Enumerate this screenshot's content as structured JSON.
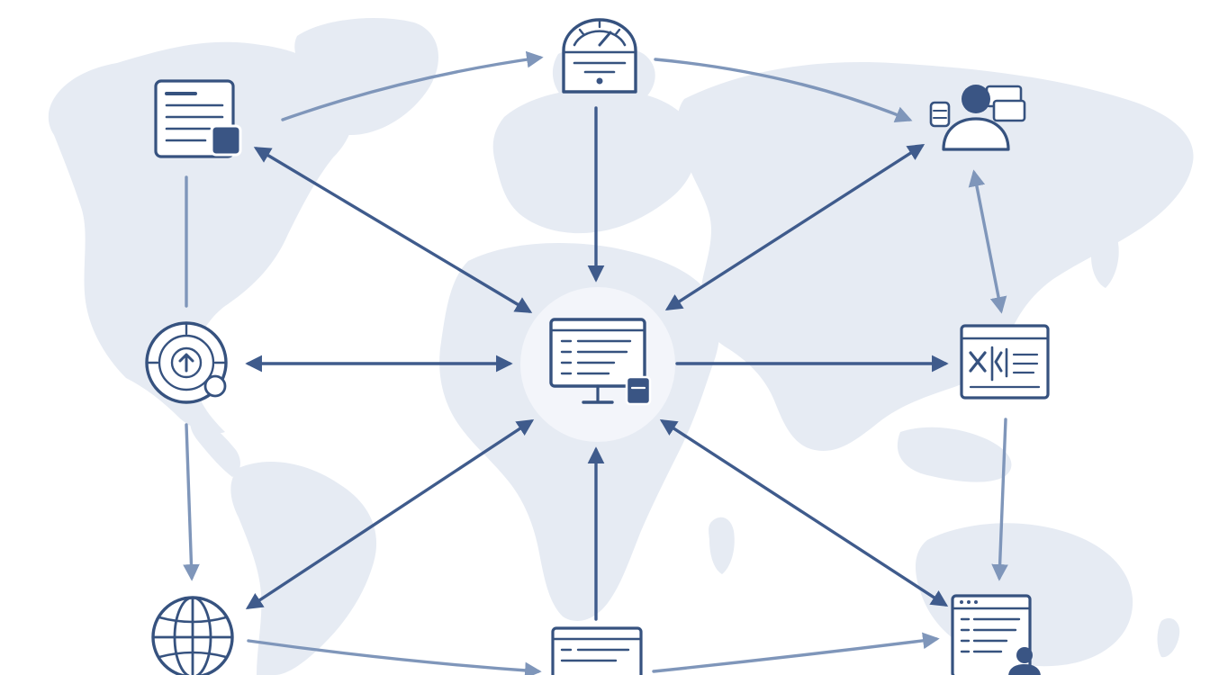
{
  "colors": {
    "background": "#ffffff",
    "map_land": "#e6ebf3",
    "map_land_light": "#edf1f7",
    "line_primary": "#3f5b8c",
    "line_secondary": "#7f96ba",
    "icon_stroke": "#36527f",
    "icon_fill": "#3a5584",
    "hub_circle": "#f3f5fa"
  },
  "background": {
    "type": "world-map",
    "style": "faded"
  },
  "hub": {
    "icon": "computer-monitor-icon"
  },
  "nodes": [
    {
      "id": "top-left",
      "icon": "document-icon"
    },
    {
      "id": "top-center",
      "icon": "gauge-icon"
    },
    {
      "id": "top-right",
      "icon": "user-profile-icon"
    },
    {
      "id": "middle-left",
      "icon": "circular-upload-icon"
    },
    {
      "id": "middle-right",
      "icon": "dashboard-screen-icon"
    },
    {
      "id": "bottom-left",
      "icon": "globe-icon"
    },
    {
      "id": "bottom-center",
      "icon": "browser-window-icon"
    },
    {
      "id": "bottom-right",
      "icon": "browser-user-icon"
    }
  ],
  "connections": [
    {
      "from": "top-left",
      "to": "hub",
      "direction": "both"
    },
    {
      "from": "top-center",
      "to": "hub",
      "direction": "forward"
    },
    {
      "from": "top-right",
      "to": "hub",
      "direction": "both"
    },
    {
      "from": "middle-left",
      "to": "hub",
      "direction": "both"
    },
    {
      "from": "hub",
      "to": "middle-right",
      "direction": "forward"
    },
    {
      "from": "bottom-left",
      "to": "hub",
      "direction": "both"
    },
    {
      "from": "bottom-center",
      "to": "hub",
      "direction": "forward"
    },
    {
      "from": "bottom-right",
      "to": "hub",
      "direction": "both"
    },
    {
      "from": "top-left",
      "to": "top-center",
      "direction": "forward"
    },
    {
      "from": "top-center",
      "to": "top-right",
      "direction": "forward"
    },
    {
      "from": "top-right",
      "to": "middle-right",
      "direction": "both"
    },
    {
      "from": "middle-right",
      "to": "bottom-right",
      "direction": "forward"
    },
    {
      "from": "top-left",
      "to": "middle-left",
      "direction": "none"
    },
    {
      "from": "middle-left",
      "to": "bottom-left",
      "direction": "forward"
    },
    {
      "from": "bottom-left",
      "to": "bottom-center",
      "direction": "forward"
    },
    {
      "from": "bottom-center",
      "to": "bottom-right",
      "direction": "forward"
    }
  ]
}
